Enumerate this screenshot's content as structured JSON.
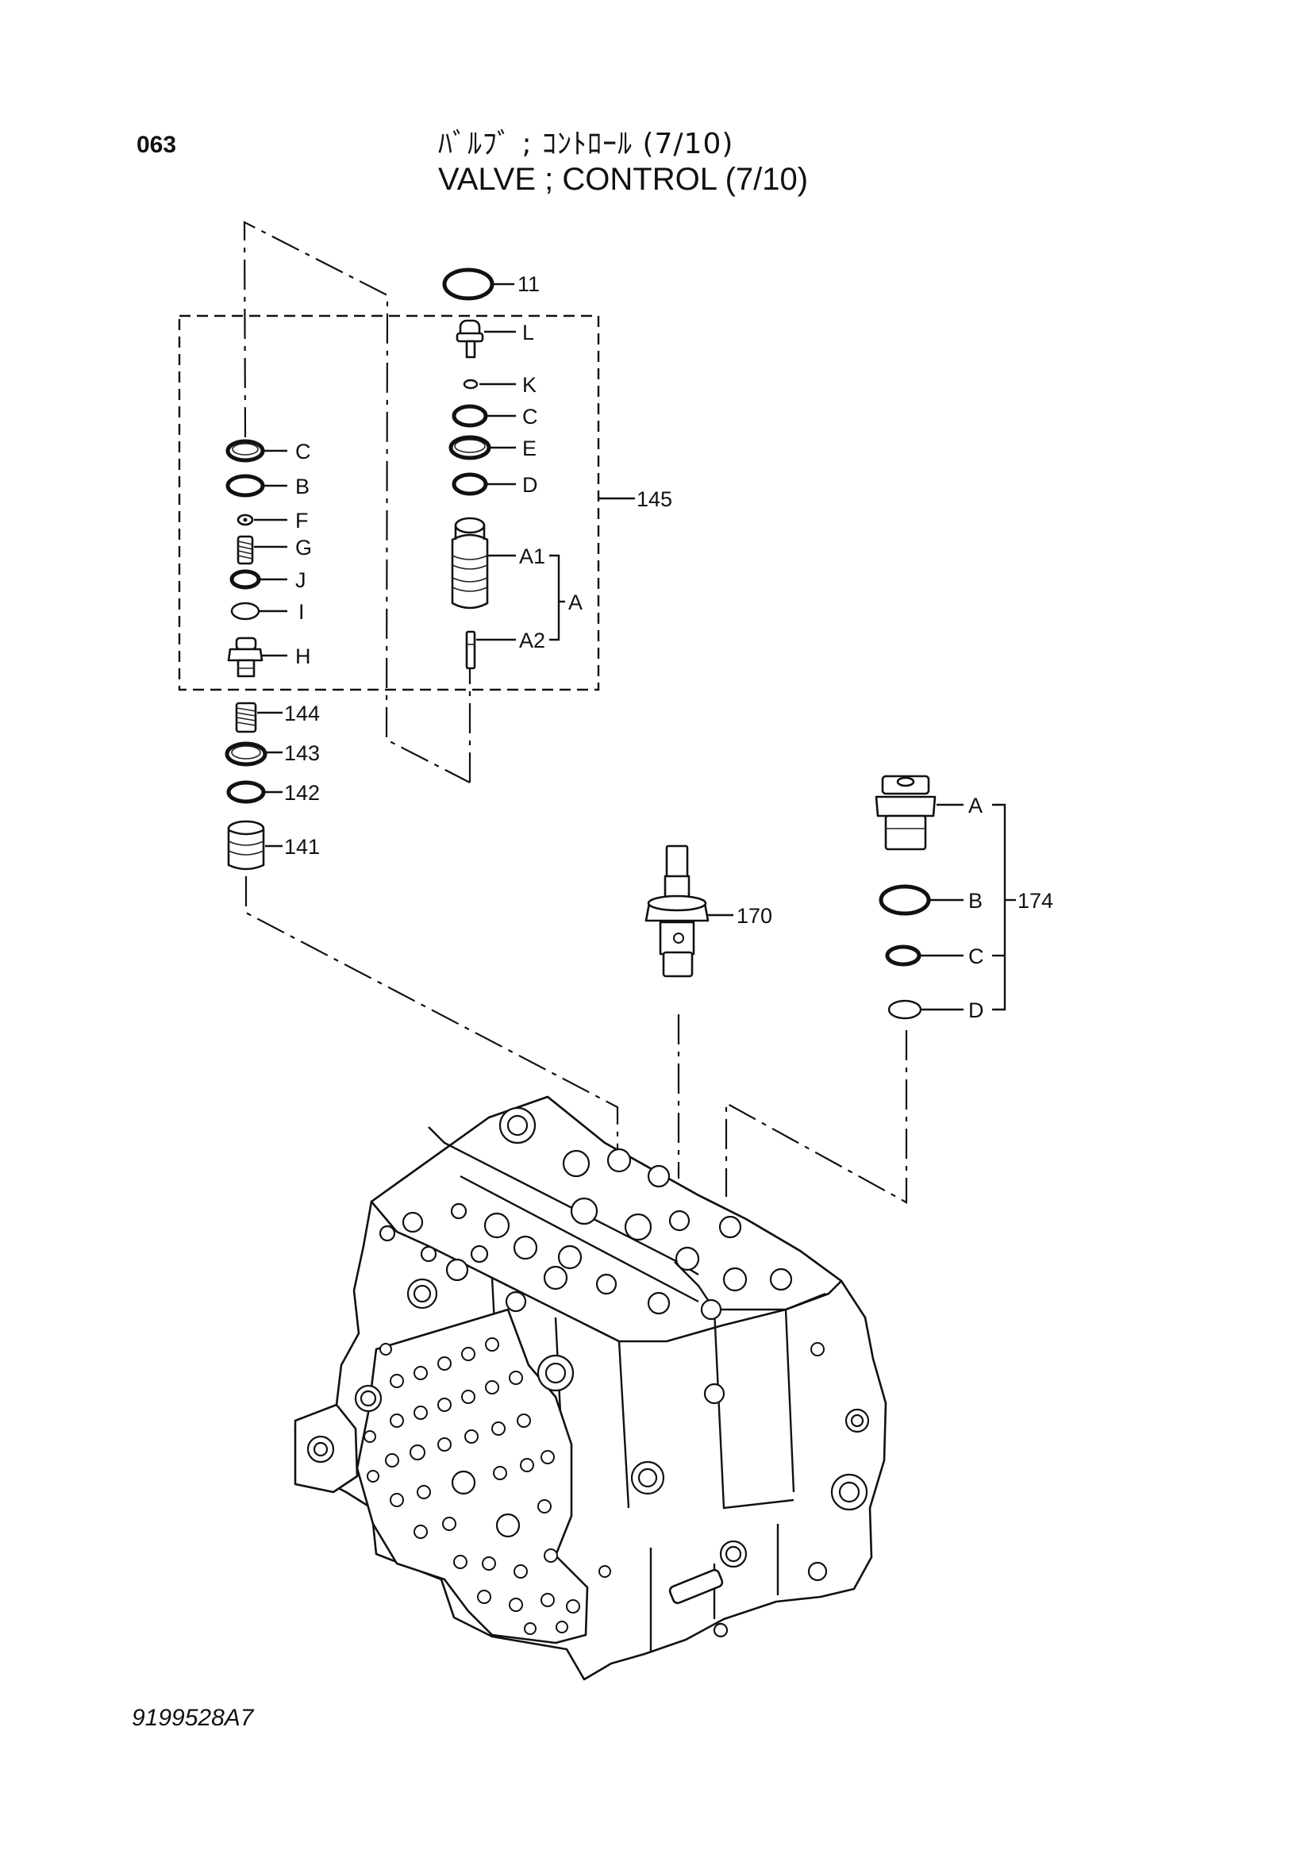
{
  "header": {
    "page_number": "063",
    "title_jp": "ﾊﾞﾙﾌﾞ ; ｺﾝﾄﾛｰﾙ (7/10)",
    "title_en": "VALVE ; CONTROL (7/10)"
  },
  "footer": {
    "drawing_number": "9199528A7"
  },
  "callouts": {
    "c11": "11",
    "cL": "L",
    "cK": "K",
    "cC1": "C",
    "cE": "E",
    "cD1": "D",
    "cA1": "A1",
    "cA2": "A2",
    "cA": "A",
    "c145": "145",
    "cC2": "C",
    "cB1": "B",
    "cF": "F",
    "cG": "G",
    "cJ": "J",
    "cI": "I",
    "cH": "H",
    "c144": "144",
    "c143": "143",
    "c142": "142",
    "c141": "141",
    "c170": "170",
    "cA3": "A",
    "cB2": "B",
    "cC3": "C",
    "cD2": "D",
    "c174": "174"
  }
}
